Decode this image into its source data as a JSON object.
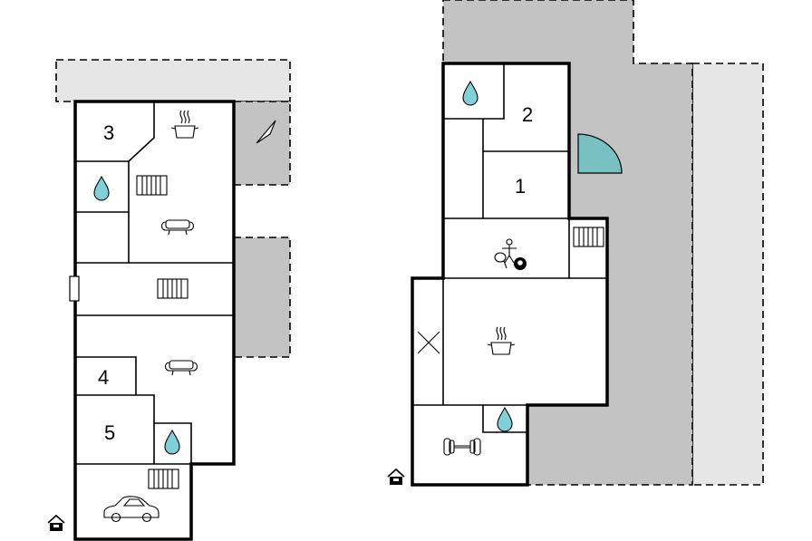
{
  "left_plan": {
    "rooms": [
      {
        "id": "room-3",
        "label": "3"
      },
      {
        "id": "room-4",
        "label": "4"
      },
      {
        "id": "room-5",
        "label": "5"
      }
    ],
    "icons": [
      "cooking-pot-icon",
      "water-drop-icon",
      "radiator-icon",
      "sofa-icon",
      "carport-car-icon",
      "entrance-house-icon",
      "compass-arrow-icon"
    ]
  },
  "right_plan": {
    "rooms": [
      {
        "id": "room-2",
        "label": "2"
      },
      {
        "id": "room-1",
        "label": "1"
      }
    ],
    "icons": [
      "water-drop-icon",
      "door-swing-icon",
      "radiator-icon",
      "table-tennis-billiard-icon",
      "cooking-pot-icon",
      "dumbbell-icon",
      "entrance-house-icon",
      "open-space-cross-icon"
    ]
  },
  "colors": {
    "walls": "#000000",
    "terrace_dark": "#c3c3c3",
    "terrace_light": "#e6e6e6",
    "water": "#7fd0d9",
    "door": "#79c0c2"
  }
}
